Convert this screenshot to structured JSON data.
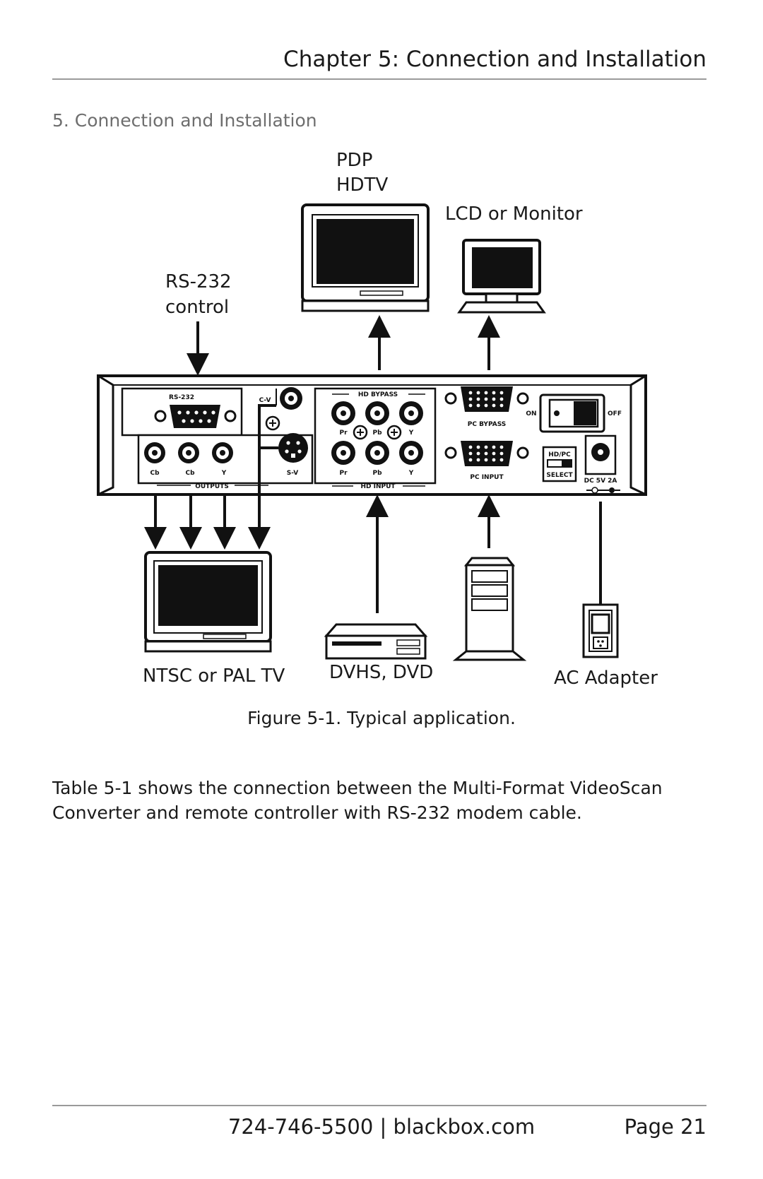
{
  "header": {
    "chapter_title": "Chapter 5: Connection and Installation"
  },
  "section": {
    "heading": "5. Connection and Installation"
  },
  "figure": {
    "labels": {
      "pdp": "PDP",
      "hdtv": "HDTV",
      "lcd": "LCD or Monitor",
      "rs232_line1": "RS-232",
      "rs232_line2": "control",
      "ntsc": "NTSC or PAL TV",
      "dvhs": "DVHS, DVD",
      "ac": "AC Adapter"
    },
    "panel_labels": {
      "rs232": "RS-232",
      "cv": "C-V",
      "sv": "S-V",
      "outputs": "OUTPUTS",
      "cb1": "Cb",
      "cb2": "Cb",
      "y_out": "Y",
      "hd_bypass": "HD BYPASS",
      "hd_input": "HD INPUT",
      "pr_top": "Pr",
      "pb_top": "Pb",
      "y_top": "Y",
      "pr_bot": "Pr",
      "pb_bot": "Pb",
      "y_bot": "Y",
      "pc_bypass": "PC BYPASS",
      "pc_input": "PC INPUT",
      "on": "ON",
      "off": "OFF",
      "hdpc": "HD/PC",
      "select": "SELECT",
      "dc": "DC 5V 2A"
    },
    "caption": "Figure 5-1. Typical application."
  },
  "body": {
    "paragraph": "Table 5-1 shows the connection between the Multi-Format VideoScan Converter and remote controller with RS-232 modem cable."
  },
  "footer": {
    "contact": "724-746-5500  |  blackbox.com",
    "page": "Page 21"
  }
}
